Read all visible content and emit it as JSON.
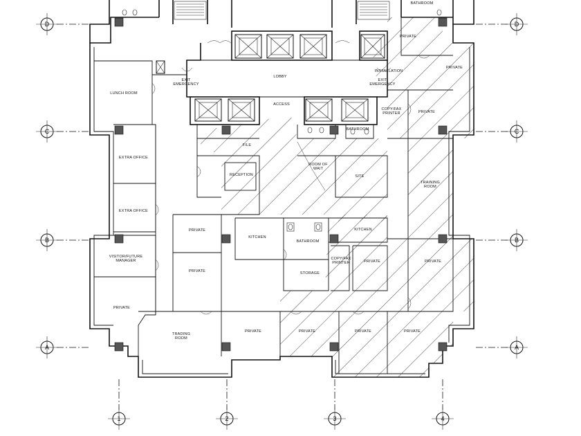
{
  "grid": {
    "rows": [
      "D",
      "C",
      "B",
      "A"
    ],
    "columns": [
      "1",
      "2",
      "3",
      "4"
    ]
  },
  "rooms": {
    "bathroom_top": "BATHROOM",
    "private_top_right": "PRIVATE",
    "private_right_upper": "PRIVATE",
    "lobby": "LOBBY",
    "installation": "INSTALLATION",
    "exit_emergency_left": "EXIT\nEMERGENCY",
    "exit_emergency_right": "EXIT\nEMERGENCY",
    "lunch_room": "LUNCH ROOM",
    "access": "ACCESS",
    "copy_printer_top": "COPY/FAX\nPRINTER",
    "private_right_mid": "PRIVATE",
    "bathroom_center": "BATHROOM",
    "file": "FILE",
    "extra_office_1": "EXTRA OFFICE",
    "reception": "RECEPTION",
    "room_of_wait": "ROOM OF\nWAIT",
    "site": "SITE",
    "training_room": "TRAINING\nROOM",
    "extra_office_2": "EXTRA OFFICE",
    "private_left_a": "PRIVATE",
    "kitchen_left": "KITCHEN",
    "bathroom_mid": "BATHROOM",
    "kitchen_right": "KITCHEN",
    "visitor_manager": "VISITOR/FUTURE\nMANAGER",
    "private_left_b": "PRIVATE",
    "copy_printer_mid": "COPY/FAX\nPRINTER",
    "private_mid": "PRIVATE",
    "private_right_lower": "PRIVATE",
    "storage": "STORAGE",
    "private_left_c": "PRIVATE",
    "trading_room": "TRADING\nROOM",
    "private_bottom_1": "PRIVATE",
    "private_bottom_2": "PRIVATE",
    "private_bottom_3": "PRIVATE",
    "private_bottom_4": "PRIVATE"
  }
}
